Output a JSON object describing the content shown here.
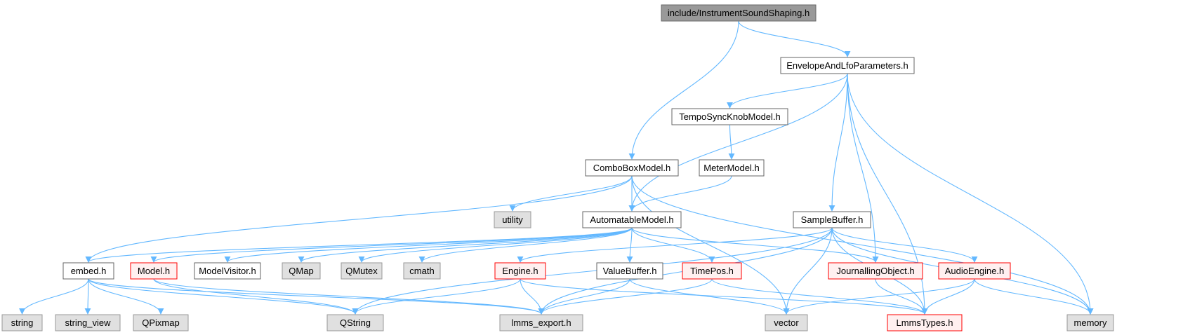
{
  "diagram": {
    "colors": {
      "edge": "#63b8ff",
      "root_fill": "#999999",
      "root_border": "#666666",
      "documented_border": "#666666",
      "undocumented_border": "#ff0000",
      "undocumented_fill": "#fff0f0",
      "system_fill": "#e0e0e0",
      "system_border": "#999999",
      "text": "#000000"
    },
    "nodes": [
      {
        "id": "n_root",
        "label": "include/InstrumentSoundShaping.h",
        "kind": "root"
      },
      {
        "id": "n_env",
        "label": "EnvelopeAndLfoParameters.h",
        "kind": "documented"
      },
      {
        "id": "n_tempo",
        "label": "TempoSyncKnobModel.h",
        "kind": "documented"
      },
      {
        "id": "n_combo",
        "label": "ComboBoxModel.h",
        "kind": "documented"
      },
      {
        "id": "n_meter",
        "label": "MeterModel.h",
        "kind": "documented"
      },
      {
        "id": "n_utility",
        "label": "utility",
        "kind": "system"
      },
      {
        "id": "n_auto",
        "label": "AutomatableModel.h",
        "kind": "documented"
      },
      {
        "id": "n_sample",
        "label": "SampleBuffer.h",
        "kind": "documented"
      },
      {
        "id": "n_embed",
        "label": "embed.h",
        "kind": "documented"
      },
      {
        "id": "n_model",
        "label": "Model.h",
        "kind": "undocumented"
      },
      {
        "id": "n_visitor",
        "label": "ModelVisitor.h",
        "kind": "documented"
      },
      {
        "id": "n_qmap",
        "label": "QMap",
        "kind": "system"
      },
      {
        "id": "n_qmutex",
        "label": "QMutex",
        "kind": "system"
      },
      {
        "id": "n_cmath",
        "label": "cmath",
        "kind": "system"
      },
      {
        "id": "n_engine",
        "label": "Engine.h",
        "kind": "undocumented"
      },
      {
        "id": "n_valbuf",
        "label": "ValueBuffer.h",
        "kind": "documented"
      },
      {
        "id": "n_timepos",
        "label": "TimePos.h",
        "kind": "undocumented"
      },
      {
        "id": "n_journal",
        "label": "JournallingObject.h",
        "kind": "undocumented"
      },
      {
        "id": "n_audio",
        "label": "AudioEngine.h",
        "kind": "undocumented"
      },
      {
        "id": "n_string",
        "label": "string",
        "kind": "system"
      },
      {
        "id": "n_strview",
        "label": "string_view",
        "kind": "system"
      },
      {
        "id": "n_qpixmap",
        "label": "QPixmap",
        "kind": "system"
      },
      {
        "id": "n_qstring",
        "label": "QString",
        "kind": "system"
      },
      {
        "id": "n_lmmsexp",
        "label": "lmms_export.h",
        "kind": "system"
      },
      {
        "id": "n_vector",
        "label": "vector",
        "kind": "system"
      },
      {
        "id": "n_lmmstypes",
        "label": "LmmsTypes.h",
        "kind": "undocumented"
      },
      {
        "id": "n_memory",
        "label": "memory",
        "kind": "system"
      }
    ],
    "edges": [
      [
        "n_root",
        "n_env"
      ],
      [
        "n_root",
        "n_combo"
      ],
      [
        "n_env",
        "n_tempo"
      ],
      [
        "n_env",
        "n_auto"
      ],
      [
        "n_env",
        "n_sample"
      ],
      [
        "n_env",
        "n_journal"
      ],
      [
        "n_env",
        "n_lmmstypes"
      ],
      [
        "n_env",
        "n_memory"
      ],
      [
        "n_tempo",
        "n_meter"
      ],
      [
        "n_meter",
        "n_auto"
      ],
      [
        "n_combo",
        "n_utility"
      ],
      [
        "n_combo",
        "n_auto"
      ],
      [
        "n_combo",
        "n_embed"
      ],
      [
        "n_combo",
        "n_vector"
      ],
      [
        "n_combo",
        "n_memory"
      ],
      [
        "n_auto",
        "n_embed"
      ],
      [
        "n_auto",
        "n_model"
      ],
      [
        "n_auto",
        "n_visitor"
      ],
      [
        "n_auto",
        "n_qmap"
      ],
      [
        "n_auto",
        "n_qmutex"
      ],
      [
        "n_auto",
        "n_cmath"
      ],
      [
        "n_auto",
        "n_valbuf"
      ],
      [
        "n_auto",
        "n_timepos"
      ],
      [
        "n_auto",
        "n_journal"
      ],
      [
        "n_sample",
        "n_engine"
      ],
      [
        "n_sample",
        "n_qstring"
      ],
      [
        "n_sample",
        "n_lmmsexp"
      ],
      [
        "n_sample",
        "n_vector"
      ],
      [
        "n_sample",
        "n_audio"
      ],
      [
        "n_sample",
        "n_lmmstypes"
      ],
      [
        "n_sample",
        "n_memory"
      ],
      [
        "n_embed",
        "n_string"
      ],
      [
        "n_embed",
        "n_strview"
      ],
      [
        "n_embed",
        "n_qpixmap"
      ],
      [
        "n_embed",
        "n_qstring"
      ],
      [
        "n_embed",
        "n_lmmsexp"
      ],
      [
        "n_model",
        "n_qstring"
      ],
      [
        "n_model",
        "n_lmmsexp"
      ],
      [
        "n_engine",
        "n_qstring"
      ],
      [
        "n_engine",
        "n_lmmsexp"
      ],
      [
        "n_engine",
        "n_lmmstypes"
      ],
      [
        "n_valbuf",
        "n_lmmsexp"
      ],
      [
        "n_valbuf",
        "n_vector"
      ],
      [
        "n_timepos",
        "n_lmmsexp"
      ],
      [
        "n_timepos",
        "n_lmmstypes"
      ],
      [
        "n_journal",
        "n_lmmstypes"
      ],
      [
        "n_audio",
        "n_vector"
      ],
      [
        "n_audio",
        "n_lmmstypes"
      ],
      [
        "n_audio",
        "n_memory"
      ]
    ]
  }
}
